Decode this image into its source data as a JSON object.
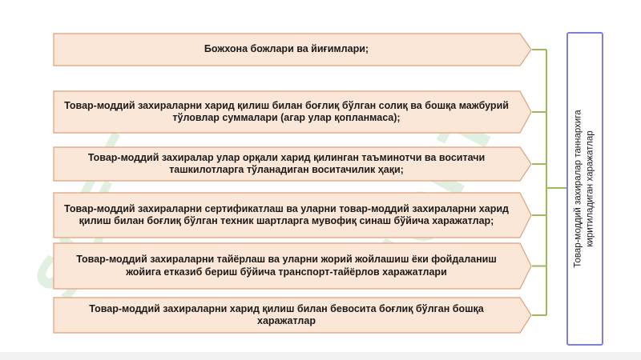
{
  "items": [
    {
      "text": "Божхона божлари ва йиғимлари;"
    },
    {
      "text": "Товар-моддий захираларни харид қилиш билан боғлиқ бўлган солиқ ва бошқа мажбурий тўловлар суммалари (агар улар қопланмаса);"
    },
    {
      "text": "Товар-моддий захиралар улар орқали харид қилинган таъминотчи ва воситачи ташкилотларга тўланадиган воситачилик ҳақи;"
    },
    {
      "text": "Товар-моддий захираларни сертификатлаш ва уларни товар-моддий захираларни харид қилиш билан боғлиқ бўлган техник шартларга мувофиқ синаш бўйича харажатлар;"
    },
    {
      "text": "Товар-моддий захираларни тайёрлаш ва уларни жорий жойлашиш ёки фойдаланиш жойига етказиб бериш бўйича транспорт-тайёрлов харажатлари"
    },
    {
      "text": "Товар-моддий захираларни харид қилиш билан бевосита боғлиқ бўлган бошқа харажатлар"
    }
  ],
  "side_box": {
    "line1": "Товар-моддий захиралар  таннархига",
    "line2": "киритиладиган харажатлар"
  },
  "watermark": "SOFT",
  "colors": {
    "item_fill": "#fbe7d8",
    "item_stroke": "#e0a07a",
    "connector": "#9bbb59",
    "side_border": "#7f7fd4"
  }
}
